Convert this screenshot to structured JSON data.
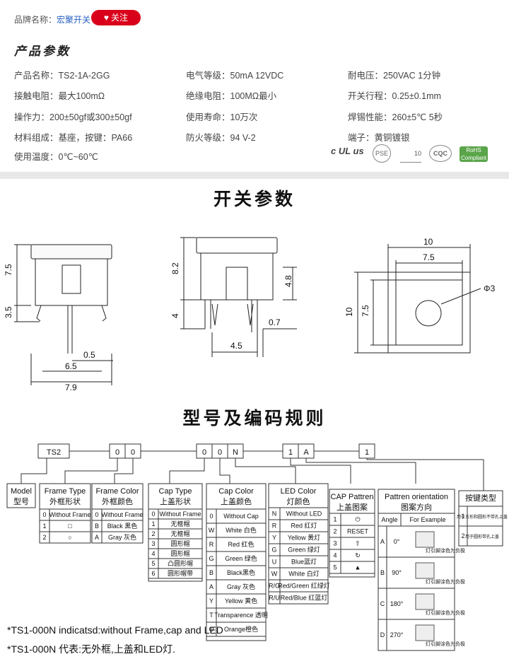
{
  "header": {
    "brand_label": "品牌名称：",
    "brand_name": "宏聚开关",
    "follow_label": "关注",
    "section_title": "产品参数"
  },
  "params": [
    {
      "label": "产品名称：",
      "value": "TS2-1A-2GG"
    },
    {
      "label": "电气等级：",
      "value": "50mA  12VDC"
    },
    {
      "label": "耐电压：",
      "value": "250VAC  1分钟"
    },
    {
      "label": "接触电阻：",
      "value": "最大100mΩ"
    },
    {
      "label": "绝缘电阻：",
      "value": "100MΩ最小"
    },
    {
      "label": "开关行程：",
      "value": "0.25±0.1mm"
    },
    {
      "label": "操作力：",
      "value": "200±50gf或300±50gf"
    },
    {
      "label": "使用寿命：",
      "value": "10万次"
    },
    {
      "label": "焊锡性能：",
      "value": "260±5℃  5秒"
    },
    {
      "label": "材料组成：",
      "value": "基座，按键：PA66"
    },
    {
      "label": "防火等级：",
      "value": "94 V-2"
    },
    {
      "label": "端子：",
      "value": "黄铜镀银"
    },
    {
      "label": "使用温度：",
      "value": "0℃~60℃"
    }
  ],
  "certs": [
    "c UL us",
    "PSE",
    "10",
    "CQC",
    "RoHS Compliant"
  ],
  "switch_heading": "开关参数",
  "dims": {
    "side_h1": "7.5",
    "side_h2": "3.5",
    "side_pin": "0.5",
    "side_w1": "6.5",
    "side_w2": "7.9",
    "front_h1": "8.2",
    "front_h2": "4.8",
    "front_h3": "4",
    "front_pin": "0.7",
    "front_w": "4.5",
    "top_w1": "10",
    "top_w2": "7.5",
    "top_h1": "10",
    "top_h2": "7.5",
    "top_hole": "Φ3"
  },
  "code_heading": "型号及编码规则",
  "code_chain": [
    "TS2",
    "0",
    "0",
    "0",
    "0",
    "N",
    "1",
    "A",
    "1"
  ],
  "tables": {
    "model": {
      "title": "Model",
      "sub": "型号"
    },
    "frame_type": {
      "title": "Frame Type",
      "sub": "外框形状",
      "rows": [
        [
          "0",
          "Without Frame"
        ],
        [
          "1",
          "□"
        ],
        [
          "2",
          "○"
        ]
      ]
    },
    "frame_color": {
      "title": "Frame Color",
      "sub": "外框颜色",
      "rows": [
        [
          "0",
          "Without Frame"
        ],
        [
          "B",
          "Black 黑色"
        ],
        [
          "A",
          "Gray 灰色"
        ]
      ]
    },
    "cap_type": {
      "title": "Cap Type",
      "sub": "上盖形状",
      "rows": [
        [
          "0",
          "Without Frame"
        ],
        [
          "1",
          "无框帽"
        ],
        [
          "2",
          "无框帽"
        ],
        [
          "3",
          "圆形帽"
        ],
        [
          "4",
          "圆形帽"
        ],
        [
          "5",
          "凸圆形帽"
        ],
        [
          "6",
          "圆形帽带"
        ]
      ]
    },
    "cap_color": {
      "title": "Cap Color",
      "sub": "上盖颜色",
      "rows": [
        [
          "0",
          "Without Cap"
        ],
        [
          "W",
          "White 白色"
        ],
        [
          "R",
          "Red 红色"
        ],
        [
          "G",
          "Green 绿色"
        ],
        [
          "B",
          "Black黑色"
        ],
        [
          "A",
          "Gray 灰色"
        ],
        [
          "Y",
          "Yellow 黄色"
        ],
        [
          "T",
          "Transparence 透明"
        ],
        [
          "O",
          "Orange橙色"
        ]
      ]
    },
    "led_color": {
      "title": "LED Color",
      "sub": "灯颜色",
      "rows": [
        [
          "N",
          "Without LED"
        ],
        [
          "R",
          "Red 红灯"
        ],
        [
          "Y",
          "Yellow 黄灯"
        ],
        [
          "G",
          "Green 绿灯"
        ],
        [
          "U",
          "Blue蓝灯"
        ],
        [
          "W",
          "White 白灯"
        ],
        [
          "R/G",
          "Red/Green 红绿灯"
        ],
        [
          "R/U",
          "Red/Blue 红蓝灯"
        ]
      ]
    },
    "cap_pattern": {
      "title": "CAP Pattren",
      "sub": "上盖图案",
      "rows": [
        [
          "1",
          "⏻"
        ],
        [
          "2",
          "RESET"
        ],
        [
          "3",
          "⇧"
        ],
        [
          "4",
          "↻"
        ],
        [
          "5",
          "▲"
        ]
      ]
    },
    "orientation": {
      "title": "Pattren orientation",
      "sub": "图案方向",
      "col1": "Angle",
      "col2": "For Example",
      "rows": [
        [
          "A",
          "0°"
        ],
        [
          "B",
          "90°"
        ],
        [
          "C",
          "180°"
        ],
        [
          "D",
          "270°"
        ]
      ],
      "pin_note": "灯引脚涂色为负极"
    },
    "key_type": {
      "title": "按键类型",
      "rows": [
        [
          "1",
          "用于方形和圆形不带孔上盖"
        ],
        [
          "2",
          "用于圆形带孔上盖"
        ]
      ]
    }
  },
  "notes": [
    "*TS1-000N indicatsd:without Frame,cap and LED",
    "*TS1-000N 代表:无外框,上盖和LED灯."
  ]
}
